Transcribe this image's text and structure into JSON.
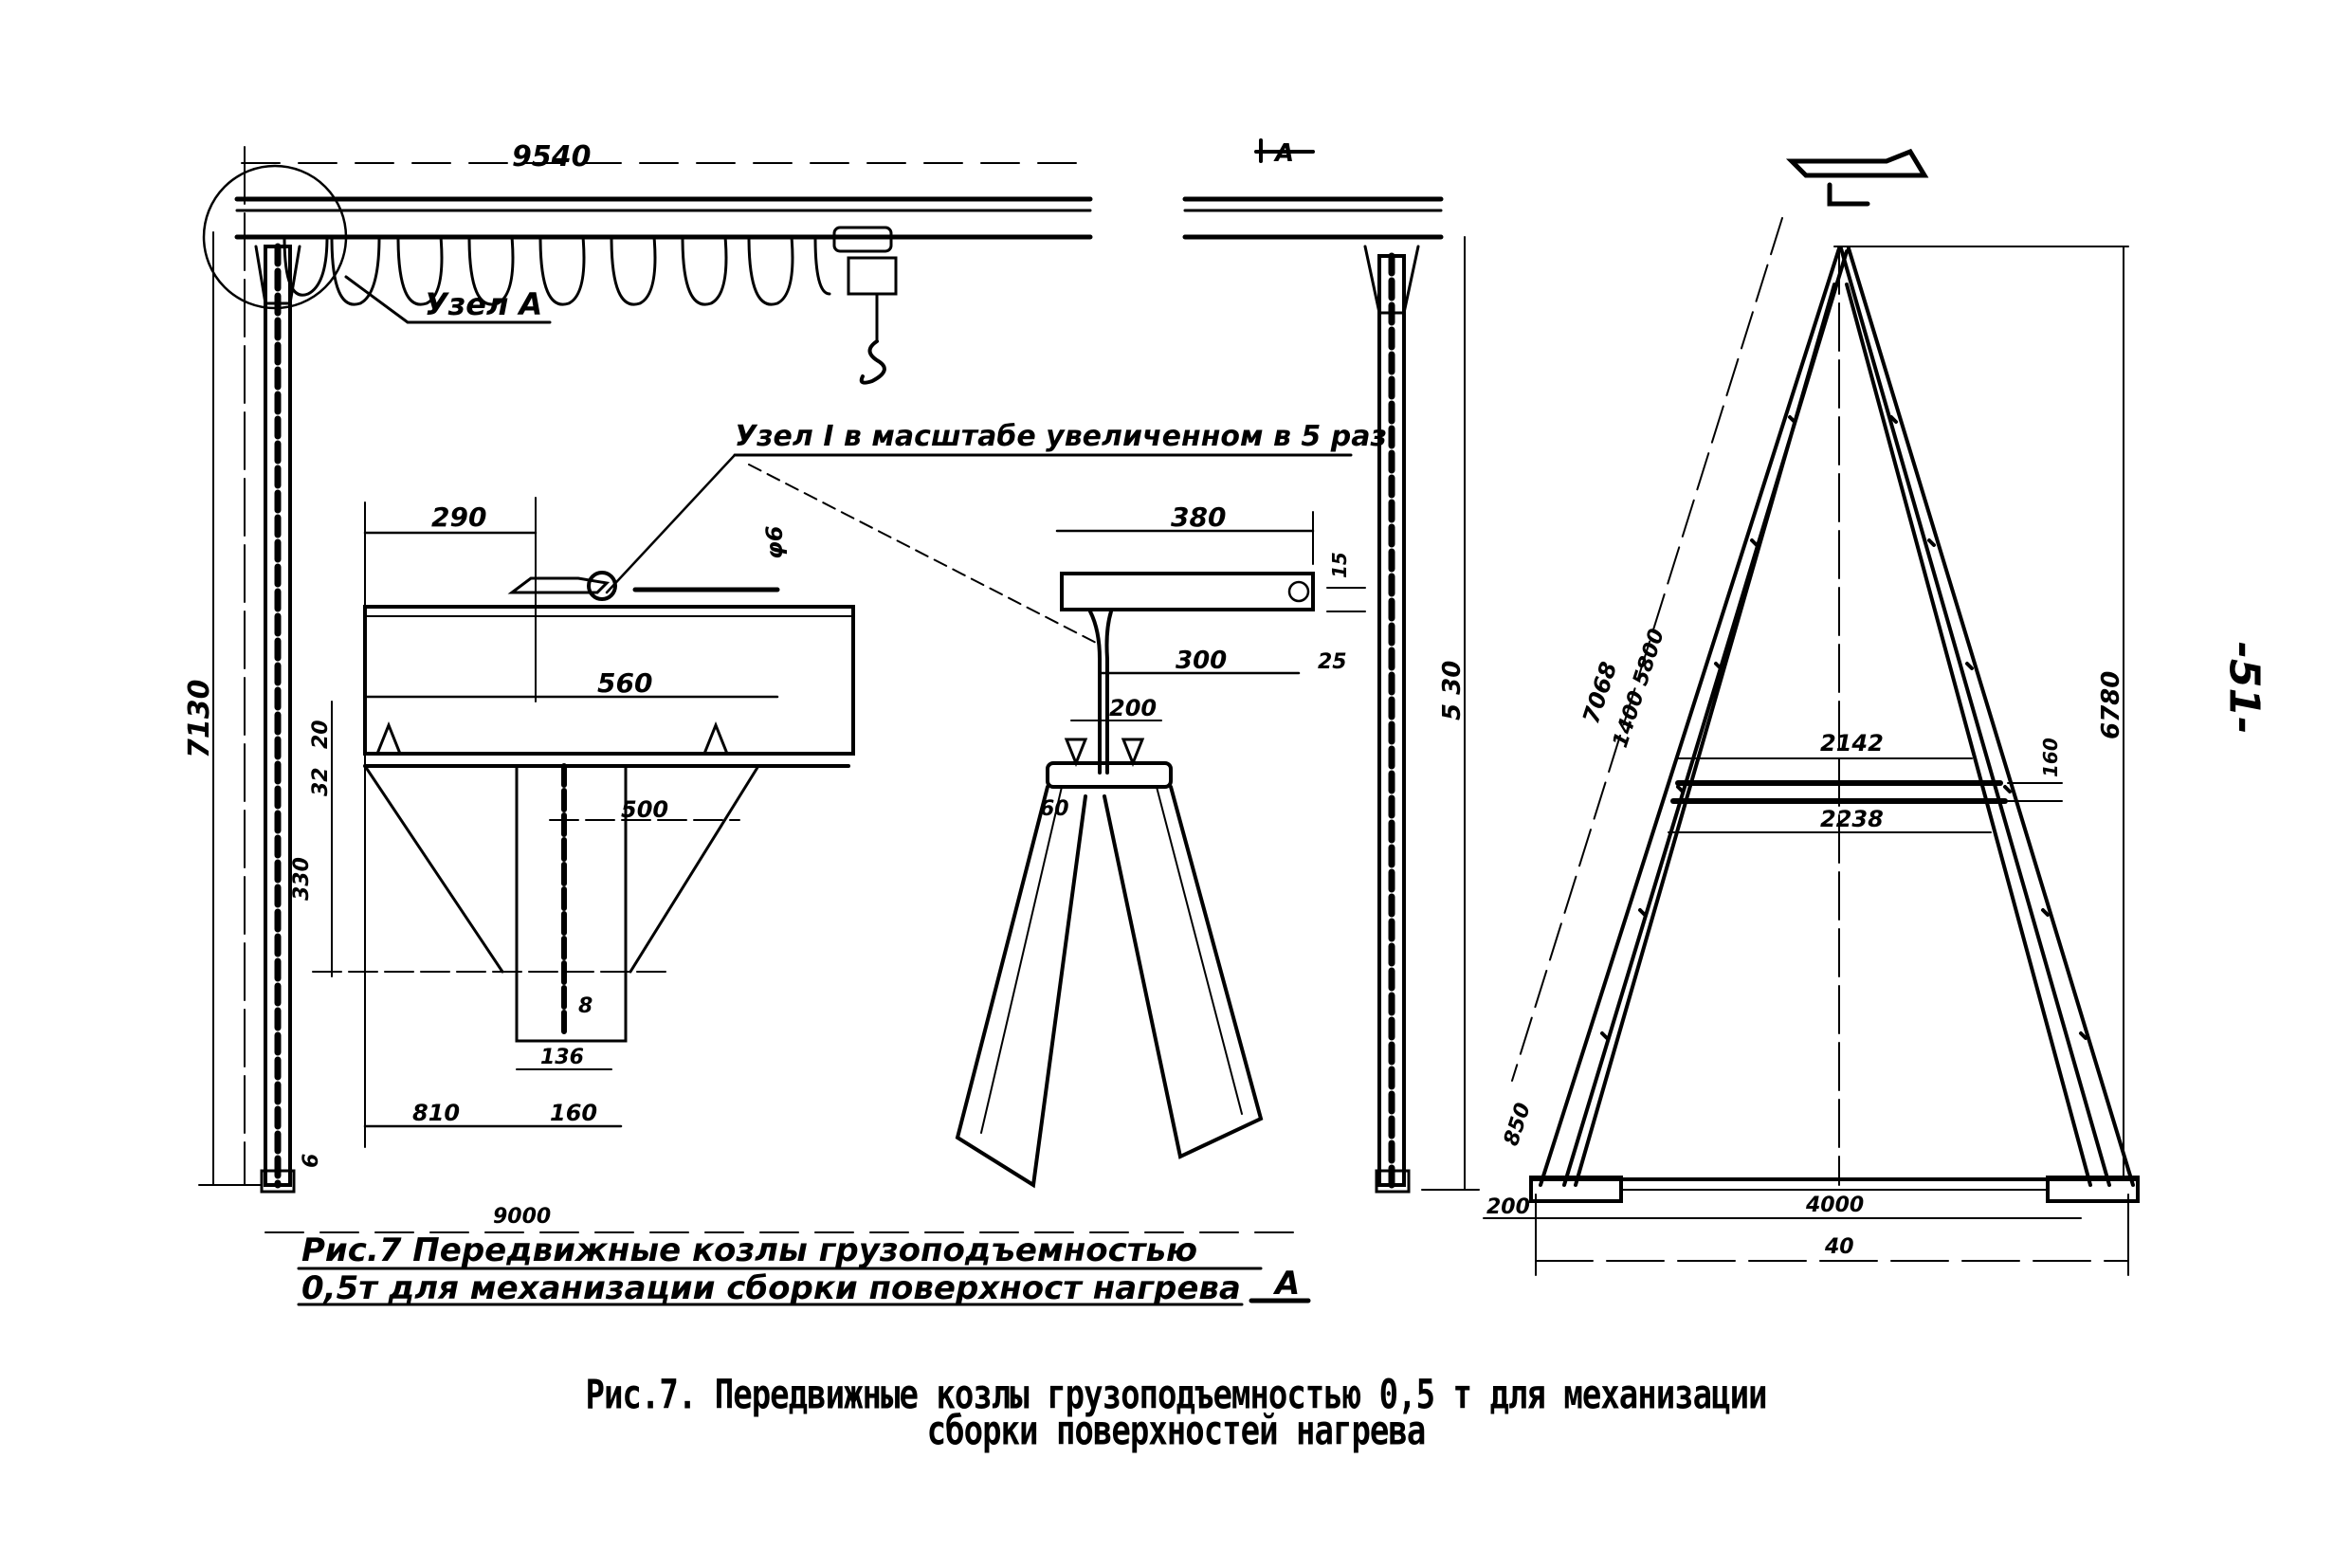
{
  "document": {
    "type": "scanned technical drawing",
    "page_number": "-51-",
    "figure_caption": {
      "line1": "Рис.7. Передвижные козлы грузоподъемностью 0,5 т  для механизации",
      "line2": "сборки поверхностей нагрева"
    },
    "handwritten_caption": {
      "line1": "Рис.7  Передвижные козлы грузоподъемностью",
      "line2": "0,5т  для механизации сборки поверхност нагрева",
      "section_marker": "А"
    }
  },
  "labels": {
    "node_a": "Узел А",
    "node_1": "Узел I в масштабе увеличенном в 5 раз",
    "view_a_marker": "А"
  },
  "dimensions": {
    "front_view": {
      "span_top": "9540",
      "span_bottom": "9000",
      "height_left": "7130",
      "base_small": "6",
      "height_right": "5 30"
    },
    "detail_left": {
      "top_width": "290",
      "beam_width": "560",
      "gusset_width": "500",
      "pin_dia": "φ6",
      "flange": "20",
      "plate": "32",
      "gusset_height": "330",
      "slot": "8",
      "slot_width": "136",
      "offset_left": "810",
      "offset_right": "160"
    },
    "detail_middle": {
      "top_width": "380",
      "beam_length": "300",
      "web_height": "200",
      "plate_offset": "60",
      "flange_top": "15",
      "flange_bottom": "25"
    },
    "side_view": {
      "height": "6780",
      "leg_length": "7068",
      "leg_segments": "1400 5800",
      "cross_top": "2142",
      "cross_bottom": "2238",
      "cross_height": "160",
      "foot_offset": "850",
      "base_end": "200",
      "base_inner": "4000",
      "base_total": "40"
    }
  }
}
